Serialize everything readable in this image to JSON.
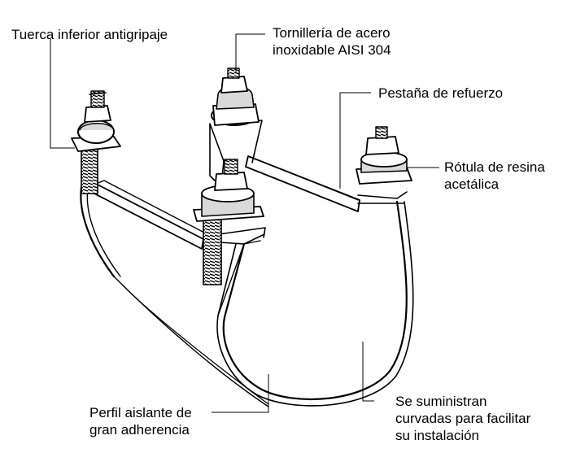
{
  "callouts": {
    "lock_nut": {
      "lines": [
        "Tuerca inferior antigripaje"
      ]
    },
    "bolts": {
      "lines": [
        "Tornillería de acero",
        "inoxidable AISI 304"
      ]
    },
    "flange": {
      "lines": [
        "Pestaña de refuerzo"
      ]
    },
    "ball_joint": {
      "lines": [
        "Rótula de resina",
        "acetálica"
      ]
    },
    "insulating_profile": {
      "lines": [
        "Perfil aislante de",
        "gran adherencia"
      ]
    },
    "curved_supply": {
      "lines": [
        "Se suministran",
        "curvadas para facilitar",
        "su instalación"
      ]
    }
  },
  "colors": {
    "ink": "#000000",
    "steel": "#ffffff",
    "shade": "#d9d9d9",
    "dark": "#555555"
  }
}
